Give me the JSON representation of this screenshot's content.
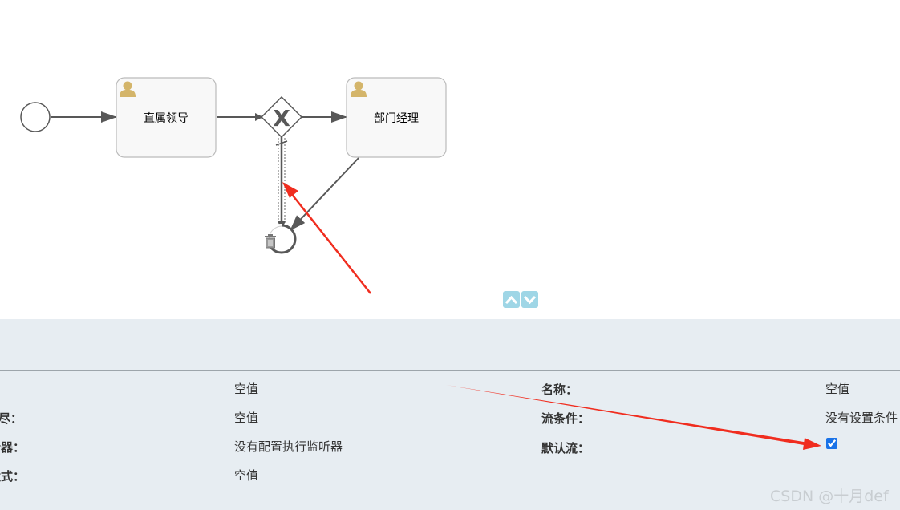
{
  "diagram": {
    "task1_label": "直属领导",
    "task2_label": "部门经理",
    "gateway_symbol": "X",
    "icons": {
      "start_event": "start-event-circle",
      "user_task": "user-icon",
      "gateway": "exclusive-gateway-icon",
      "end_event": "end-event-circle",
      "delete": "trash-icon"
    }
  },
  "controls": {
    "collapse_up": "chevron-up-icon",
    "collapse_down": "chevron-down-icon"
  },
  "properties": {
    "left": [
      {
        "label": "",
        "value": "空值"
      },
      {
        "label": "尽：",
        "value": "空值"
      },
      {
        "label": "听器：",
        "value": "没有配置执行监听器"
      },
      {
        "label": "太式：",
        "value": "空值"
      }
    ],
    "right": [
      {
        "label": "名称：",
        "value": "空值"
      },
      {
        "label": "流条件：",
        "value": "没有设置条件"
      },
      {
        "label": "默认流：",
        "value": "",
        "checked": true
      }
    ]
  },
  "annotation_color": "#f02d1f",
  "watermark": "CSDN @十月def"
}
